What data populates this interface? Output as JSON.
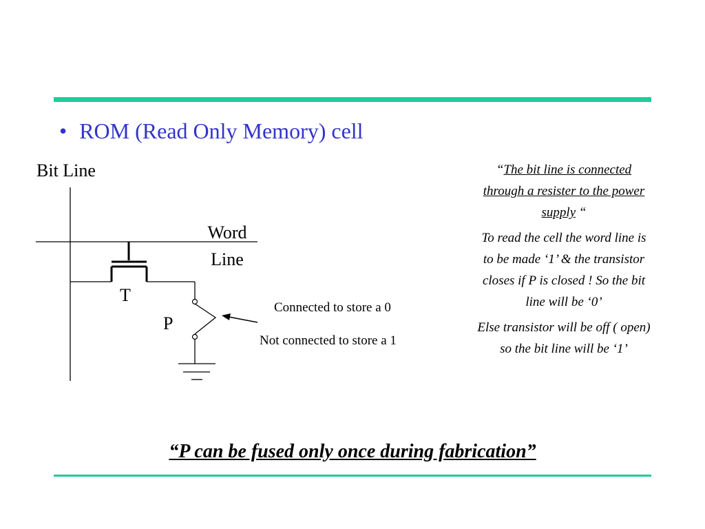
{
  "slide": {
    "bullet": {
      "symbol": "•",
      "text": "ROM (Read Only Memory) cell"
    },
    "circuit": {
      "bit_line_label": "Bit Line",
      "word_line_label_1": "Word",
      "word_line_label_2": "Line",
      "transistor_label": "T",
      "fuse_label": "P",
      "note_store_0": "Connected to store a 0",
      "note_store_1": "Not connected to store a 1"
    },
    "side_notes": {
      "quote_open": "“",
      "quote_text": "The bit line is connected through a resister to the power supply",
      "quote_close": " “",
      "read_text": "To read the cell the word line is to be made ‘1’ & the transistor closes if P is closed ! So the bit line will be ‘0’",
      "else_text": "Else transistor will be off ( open) so the bit line will be ‘1’"
    },
    "footer_note": "“P can be fused only once during fabrication”"
  },
  "colors": {
    "accent_rule": "#1fcc99",
    "bullet_text": "#3333cc"
  }
}
